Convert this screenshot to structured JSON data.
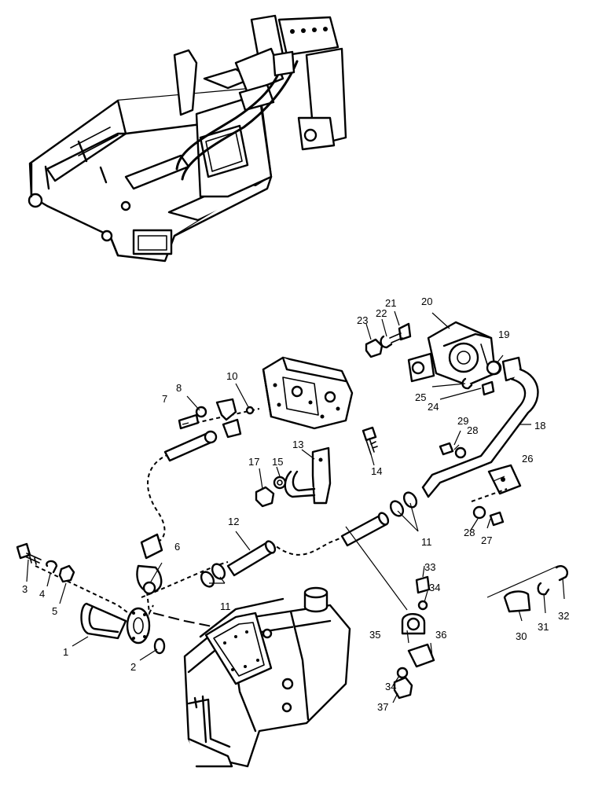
{
  "callouts": [
    {
      "id": "1",
      "label": "1"
    },
    {
      "id": "2",
      "label": "2"
    },
    {
      "id": "3",
      "label": "3"
    },
    {
      "id": "4",
      "label": "4"
    },
    {
      "id": "5",
      "label": "5"
    },
    {
      "id": "6",
      "label": "6"
    },
    {
      "id": "7",
      "label": "7"
    },
    {
      "id": "8",
      "label": "8"
    },
    {
      "id": "10",
      "label": "10"
    },
    {
      "id": "11a",
      "label": "11"
    },
    {
      "id": "11b",
      "label": "11"
    },
    {
      "id": "12",
      "label": "12"
    },
    {
      "id": "13",
      "label": "13"
    },
    {
      "id": "14",
      "label": "14"
    },
    {
      "id": "15",
      "label": "15"
    },
    {
      "id": "17",
      "label": "17"
    },
    {
      "id": "18",
      "label": "18"
    },
    {
      "id": "19",
      "label": "19"
    },
    {
      "id": "20",
      "label": "20"
    },
    {
      "id": "21",
      "label": "21"
    },
    {
      "id": "22",
      "label": "22"
    },
    {
      "id": "23",
      "label": "23"
    },
    {
      "id": "24",
      "label": "24"
    },
    {
      "id": "25",
      "label": "25"
    },
    {
      "id": "26",
      "label": "26"
    },
    {
      "id": "27",
      "label": "27"
    },
    {
      "id": "28a",
      "label": "28"
    },
    {
      "id": "28b",
      "label": "28"
    },
    {
      "id": "29",
      "label": "29"
    },
    {
      "id": "30",
      "label": "30"
    },
    {
      "id": "31",
      "label": "31"
    },
    {
      "id": "32",
      "label": "32"
    },
    {
      "id": "33",
      "label": "33"
    },
    {
      "id": "34a",
      "label": "34"
    },
    {
      "id": "34b",
      "label": "34"
    },
    {
      "id": "35",
      "label": "35"
    },
    {
      "id": "36",
      "label": "36"
    },
    {
      "id": "37",
      "label": "37"
    }
  ]
}
